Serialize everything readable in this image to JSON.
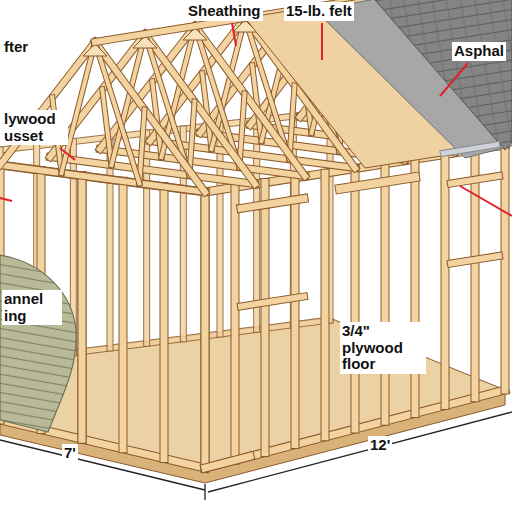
{
  "diagram": {
    "labels": [
      "fter",
      "Sheathing",
      "15-lb. felt",
      "Asphal",
      "lywood usset",
      "annel ing",
      "3/4\" plywood floor",
      "7'",
      "12'"
    ]
  }
}
